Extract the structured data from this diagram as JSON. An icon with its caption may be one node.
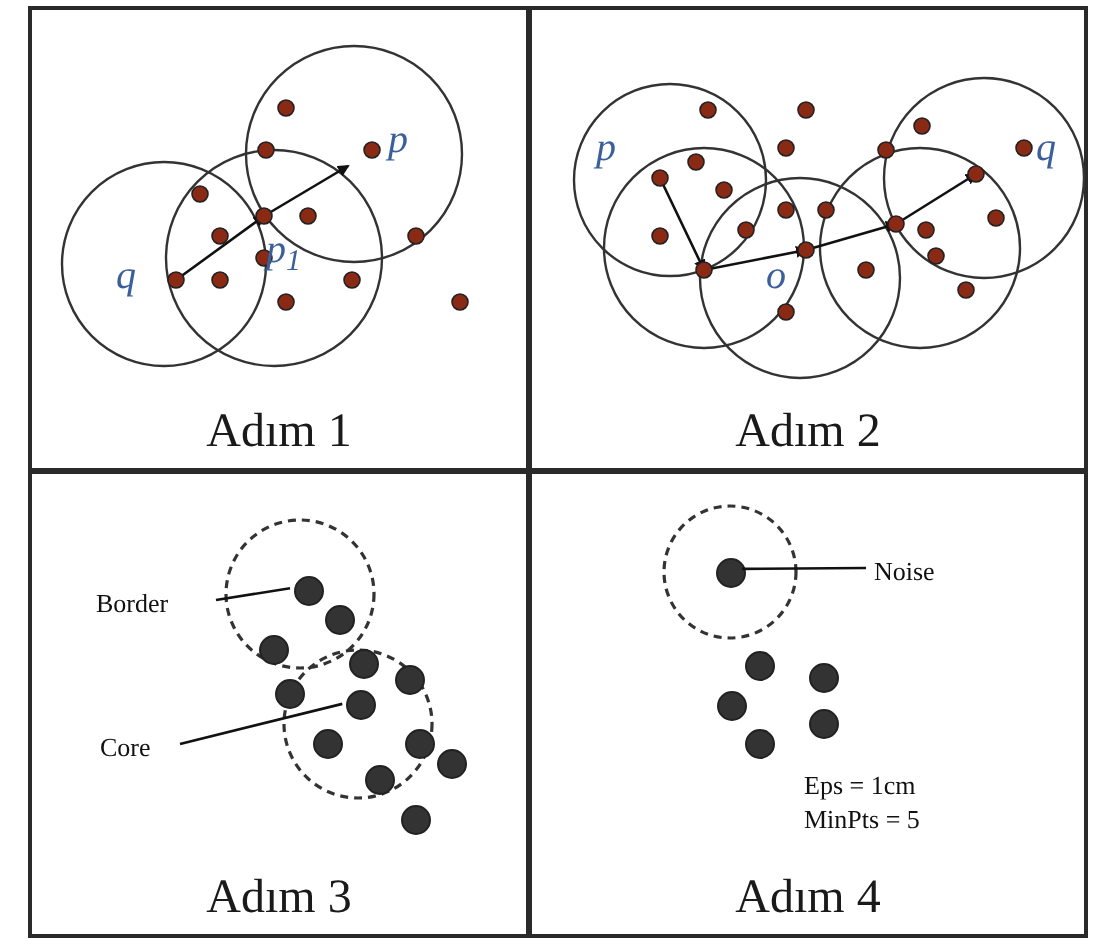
{
  "diagram": {
    "nodes": [
      {
        "text": [
          "Adım 1"
        ]
      },
      {
        "text": [
          "Adım 2"
        ]
      },
      {
        "text": [
          "Adım 3"
        ]
      },
      {
        "text": [
          "Adım 4"
        ]
      },
      {
        "text": [
          "Border"
        ],
        "in": 2
      },
      {
        "text": [],
        "shape": "circle",
        "in": 2
      },
      {
        "text": [
          "Core"
        ],
        "in": 2
      },
      {
        "text": [],
        "shape": "circle",
        "in": 2
      },
      {
        "text": [
          "Noise"
        ],
        "in": 3
      },
      {
        "text": [],
        "shape": "circle",
        "in": 3
      }
    ],
    "edges": [
      {
        "from": 4,
        "to": 5,
        "arrow": "none"
      },
      {
        "from": 6,
        "to": 7,
        "arrow": "none"
      },
      {
        "from": 9,
        "to": 8,
        "arrow": "none"
      }
    ],
    "labels": [
      "p",
      "q",
      "p$_{1}$",
      "p",
      "q",
      "o",
      "Eps = 1cm",
      "MinPts = 5"
    ]
  }
}
